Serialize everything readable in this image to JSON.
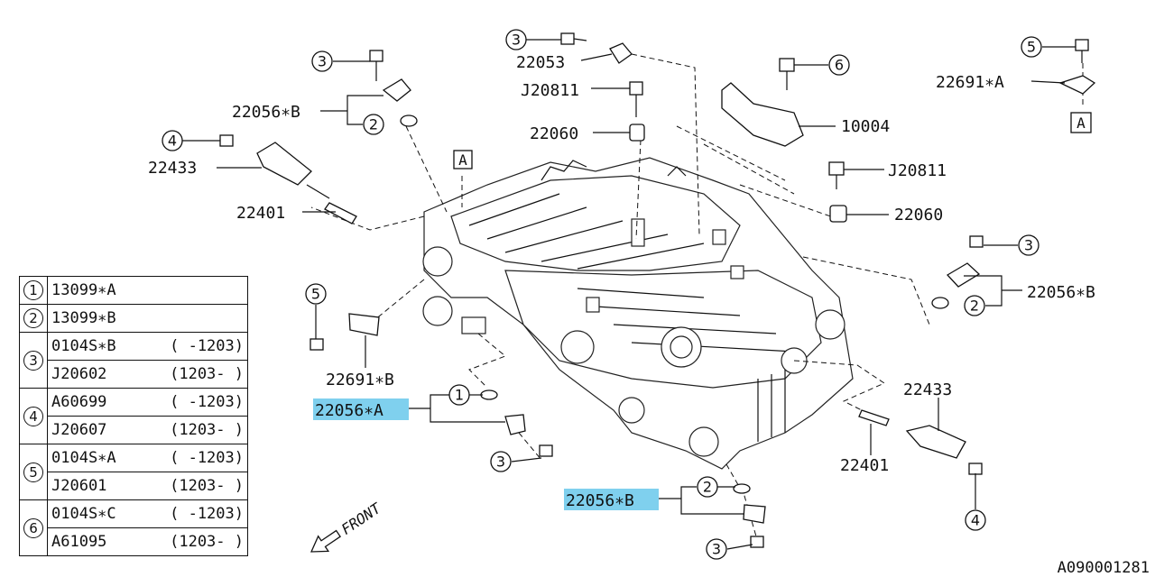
{
  "callouts": {
    "c_3_top": "3",
    "c_6_top": "6",
    "c_5_top": "5",
    "c_3_left": "3",
    "c_2_left": "2",
    "c_4_left": "4",
    "c_5_left": "5",
    "c_1_left": "1",
    "c_3_bot": "3",
    "c_2_bot": "2",
    "c_3_bot2": "3",
    "c_3_right": "3",
    "c_2_right": "2",
    "c_4_right": "4"
  },
  "labels": {
    "p_22053": "22053",
    "p_j20811_a": "J20811",
    "p_22060_a": "22060",
    "p_10004": "10004",
    "p_j20811_b": "J20811",
    "p_22060_b": "22060",
    "p_22691a": "22691∗A",
    "ref_a_top": "A",
    "ref_a_engine": "A",
    "p_22056b_left": "22056∗B",
    "p_22433_left": "22433",
    "p_22401_left": "22401",
    "p_22691b": "22691∗B",
    "p_22056a": "22056∗A",
    "p_22056b_bottom": "22056∗B",
    "p_22056b_right": "22056∗B",
    "p_22433_right": "22433",
    "p_22401_right": "22401",
    "front": "FRONT"
  },
  "legend": [
    {
      "num": "1",
      "rows": [
        [
          "13099∗A",
          ""
        ]
      ]
    },
    {
      "num": "2",
      "rows": [
        [
          "13099∗B",
          ""
        ]
      ]
    },
    {
      "num": "3",
      "rows": [
        [
          "0104S∗B",
          "( -1203)"
        ],
        [
          "J20602",
          "(1203- )"
        ]
      ]
    },
    {
      "num": "4",
      "rows": [
        [
          "A60699",
          "( -1203)"
        ],
        [
          "J20607",
          "(1203- )"
        ]
      ]
    },
    {
      "num": "5",
      "rows": [
        [
          "0104S∗A",
          "( -1203)"
        ],
        [
          "J20601",
          "(1203- )"
        ]
      ]
    },
    {
      "num": "6",
      "rows": [
        [
          "0104S∗C",
          "( -1203)"
        ],
        [
          "A61095",
          "(1203- )"
        ]
      ]
    }
  ],
  "footer": "A090001281",
  "highlight_color": "#7fd0ee"
}
